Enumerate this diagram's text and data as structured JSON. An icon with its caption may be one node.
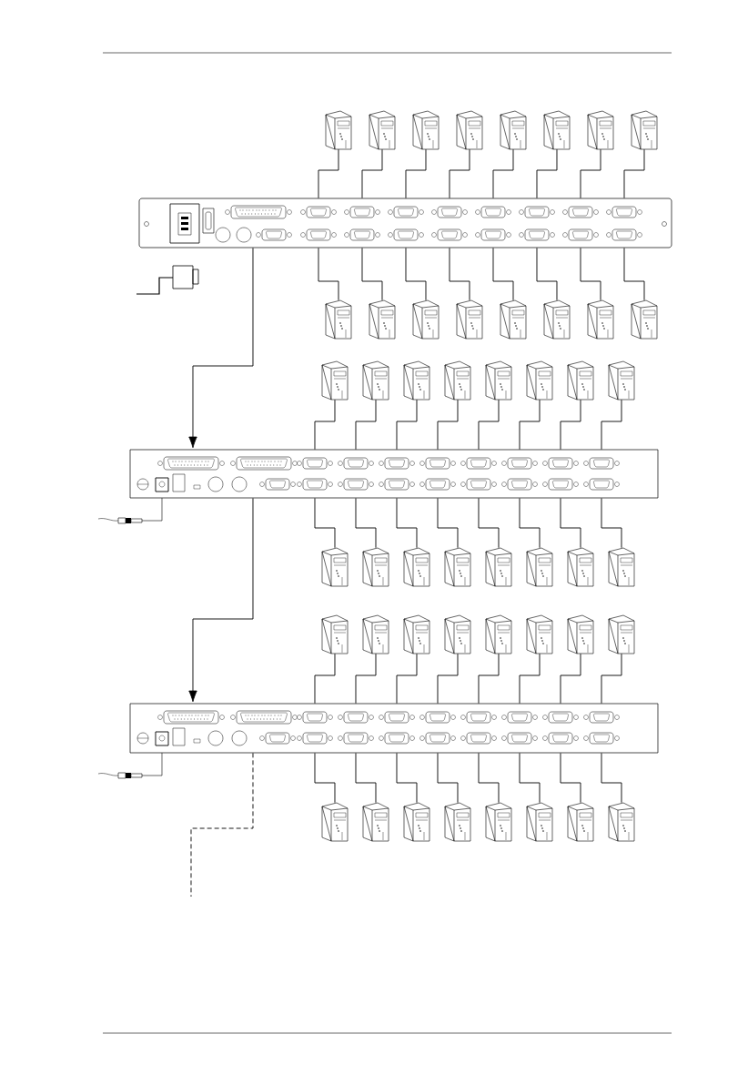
{
  "diagram": {
    "nodes": [
      {
        "text": [],
        "shape": "picture"
      },
      {
        "text": [],
        "shape": "picture"
      },
      {
        "text": [],
        "shape": "picture"
      },
      {
        "text": [],
        "shape": "picture"
      },
      {
        "text": [],
        "shape": "picture"
      },
      {
        "text": [],
        "shape": "picture"
      },
      {
        "text": [],
        "shape": "picture"
      },
      {
        "text": [],
        "shape": "picture"
      },
      {
        "text": [],
        "shape": "box"
      },
      {
        "text": [],
        "shape": "picture"
      },
      {
        "text": [],
        "shape": "picture"
      },
      {
        "text": [],
        "shape": "picture"
      },
      {
        "text": [],
        "shape": "picture"
      },
      {
        "text": [],
        "shape": "picture"
      },
      {
        "text": [],
        "shape": "picture"
      },
      {
        "text": [],
        "shape": "picture"
      },
      {
        "text": [],
        "shape": "picture"
      },
      {
        "text": [],
        "shape": "picture"
      },
      {
        "text": [],
        "shape": "picture"
      },
      {
        "text": [],
        "shape": "picture"
      },
      {
        "text": [],
        "shape": "picture"
      },
      {
        "text": [],
        "shape": "picture"
      },
      {
        "text": [],
        "shape": "picture"
      },
      {
        "text": [],
        "shape": "picture"
      },
      {
        "text": [],
        "shape": "picture"
      },
      {
        "text": [],
        "shape": "box"
      },
      {
        "text": [],
        "shape": "picture"
      },
      {
        "text": [],
        "shape": "picture"
      },
      {
        "text": [],
        "shape": "picture"
      },
      {
        "text": [],
        "shape": "picture"
      },
      {
        "text": [],
        "shape": "picture"
      },
      {
        "text": [],
        "shape": "picture"
      },
      {
        "text": [],
        "shape": "picture"
      },
      {
        "text": [],
        "shape": "picture"
      },
      {
        "text": [],
        "shape": "picture"
      },
      {
        "text": [],
        "shape": "picture"
      },
      {
        "text": [],
        "shape": "picture"
      },
      {
        "text": [],
        "shape": "picture"
      },
      {
        "text": [],
        "shape": "picture"
      },
      {
        "text": [],
        "shape": "picture"
      },
      {
        "text": [],
        "shape": "picture"
      },
      {
        "text": [],
        "shape": "picture"
      },
      {
        "text": [],
        "shape": "box"
      },
      {
        "text": [],
        "shape": "picture"
      },
      {
        "text": [],
        "shape": "picture"
      },
      {
        "text": [],
        "shape": "picture"
      },
      {
        "text": [],
        "shape": "picture"
      },
      {
        "text": [],
        "shape": "picture"
      },
      {
        "text": [],
        "shape": "picture"
      },
      {
        "text": [],
        "shape": "picture"
      },
      {
        "text": [],
        "shape": "picture"
      }
    ],
    "edges": [
      {
        "from": 0,
        "to": 8,
        "arrow": "none"
      },
      {
        "from": 1,
        "to": 8,
        "arrow": "none"
      },
      {
        "from": 2,
        "to": 8,
        "arrow": "none"
      },
      {
        "from": 3,
        "to": 8,
        "arrow": "none"
      },
      {
        "from": 4,
        "to": 8,
        "arrow": "none"
      },
      {
        "from": 5,
        "to": 8,
        "arrow": "none"
      },
      {
        "from": 6,
        "to": 8,
        "arrow": "none"
      },
      {
        "from": 7,
        "to": 8,
        "arrow": "none"
      },
      {
        "from": 9,
        "to": 8,
        "arrow": "none"
      },
      {
        "from": 10,
        "to": 8,
        "arrow": "none"
      },
      {
        "from": 11,
        "to": 8,
        "arrow": "none"
      },
      {
        "from": 12,
        "to": 8,
        "arrow": "none"
      },
      {
        "from": 13,
        "to": 8,
        "arrow": "none"
      },
      {
        "from": 14,
        "to": 8,
        "arrow": "none"
      },
      {
        "from": 15,
        "to": 8,
        "arrow": "none"
      },
      {
        "from": 16,
        "to": 8,
        "arrow": "none"
      },
      {
        "from": 17,
        "to": 25,
        "arrow": "none"
      },
      {
        "from": 18,
        "to": 25,
        "arrow": "none"
      },
      {
        "from": 19,
        "to": 25,
        "arrow": "none"
      },
      {
        "from": 20,
        "to": 25,
        "arrow": "none"
      },
      {
        "from": 21,
        "to": 25,
        "arrow": "none"
      },
      {
        "from": 22,
        "to": 25,
        "arrow": "none"
      },
      {
        "from": 23,
        "to": 25,
        "arrow": "none"
      },
      {
        "from": 24,
        "to": 25,
        "arrow": "none"
      },
      {
        "from": 26,
        "to": 25,
        "arrow": "none"
      },
      {
        "from": 27,
        "to": 25,
        "arrow": "none"
      },
      {
        "from": 28,
        "to": 25,
        "arrow": "none"
      },
      {
        "from": 29,
        "to": 25,
        "arrow": "none"
      },
      {
        "from": 30,
        "to": 25,
        "arrow": "none"
      },
      {
        "from": 31,
        "to": 25,
        "arrow": "none"
      },
      {
        "from": 32,
        "to": 25,
        "arrow": "none"
      },
      {
        "from": 33,
        "to": 25,
        "arrow": "none"
      },
      {
        "from": 34,
        "to": 42,
        "arrow": "none"
      },
      {
        "from": 35,
        "to": 42,
        "arrow": "none"
      },
      {
        "from": 36,
        "to": 42,
        "arrow": "none"
      },
      {
        "from": 37,
        "to": 42,
        "arrow": "none"
      },
      {
        "from": 38,
        "to": 42,
        "arrow": "none"
      },
      {
        "from": 39,
        "to": 42,
        "arrow": "none"
      },
      {
        "from": 40,
        "to": 42,
        "arrow": "none"
      },
      {
        "from": 41,
        "to": 42,
        "arrow": "none"
      },
      {
        "from": 43,
        "to": 42,
        "arrow": "none"
      },
      {
        "from": 44,
        "to": 42,
        "arrow": "none"
      },
      {
        "from": 45,
        "to": 42,
        "arrow": "none"
      },
      {
        "from": 46,
        "to": 42,
        "arrow": "none"
      },
      {
        "from": 47,
        "to": 42,
        "arrow": "none"
      },
      {
        "from": 48,
        "to": 42,
        "arrow": "none"
      },
      {
        "from": 49,
        "to": 42,
        "arrow": "none"
      },
      {
        "from": 50,
        "to": 42,
        "arrow": "none"
      },
      {
        "from": 8,
        "to": 25,
        "arrow": "to"
      },
      {
        "from": 25,
        "to": 42,
        "arrow": "to"
      },
      {
        "from": 42,
        "to": null,
        "arrow": "none",
        "style": "dashed"
      }
    ]
  }
}
